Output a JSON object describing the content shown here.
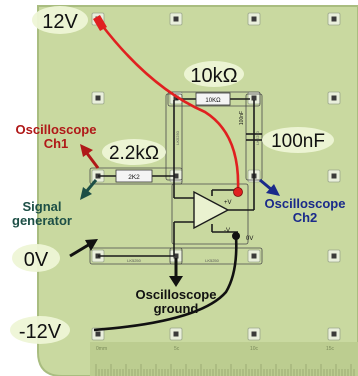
{
  "colors": {
    "board": "#c9d9a0",
    "board_edge": "#a9bd80",
    "bubble": "#eef5d6",
    "red_wire": "#e02020",
    "black_wire": "#111111",
    "ch1": "#b01818",
    "ch2": "#1a2a8a",
    "siggen": "#1d4f46"
  },
  "labels": {
    "v12": "12V",
    "v0": "0V",
    "vneg12": "-12V",
    "r10k": "10kΩ",
    "r2k2": "2.2kΩ",
    "c100n": "100nF",
    "osc_ch1_l1": "Oscilloscope",
    "osc_ch1_l2": "Ch1",
    "osc_ch2_l1": "Oscilloscope",
    "osc_ch2_l2": "Ch2",
    "siggen_l1": "Signal",
    "siggen_l2": "generator",
    "oscgnd_l1": "Oscilloscope",
    "oscgnd_l2": "ground"
  },
  "components": {
    "r10k_print": "10KΩ",
    "r2k2_print": "2K2",
    "cap_print": "100nF",
    "opamp_plus": "+V",
    "opamp_minus": "-V",
    "zero_v": "0V",
    "lk5250_a": "LK5250",
    "lk5250_b": "LK5250",
    "lk5250_c": "LK5250",
    "lk5250_d": "LK5250"
  },
  "ruler": {
    "ticks": [
      "0mm",
      "5c",
      "10c",
      "15c"
    ]
  }
}
